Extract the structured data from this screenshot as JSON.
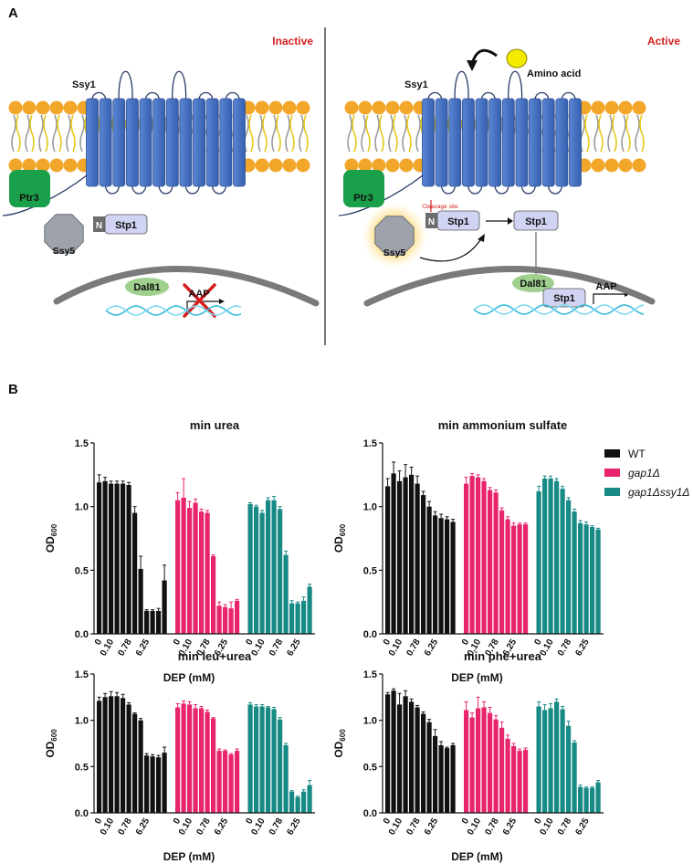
{
  "panels": {
    "a": "A",
    "b": "B"
  },
  "schematic": {
    "inactive": {
      "state": "Inactive",
      "ssy1": "Ssy1",
      "ptr3": "Ptr3",
      "ssy5": "Ssy5",
      "n": "N",
      "stp1": "Stp1",
      "dal81": "Dal81",
      "aap": "AAP"
    },
    "active": {
      "state": "Active",
      "ssy1": "Ssy1",
      "amino_acid": "Amino acid",
      "ptr3": "Ptr3",
      "ssy5": "Ssy5",
      "cleavage": "Cleavage site",
      "n": "N",
      "stp1": "Stp1",
      "stp1_released": "Stp1",
      "dal81": "Dal81",
      "stp1_bound": "Stp1",
      "aap": "AAP"
    },
    "colors": {
      "state_label": "#d32020",
      "transporter": "#3b68b8",
      "ptr3": "#1aa04a",
      "ssy5": "#9ea2aa",
      "stp1": "#d0d4f2",
      "dal81": "#9fd08e",
      "lipid_head": "#f2a62a"
    }
  },
  "legend": {
    "wt": "WT",
    "gap1": "gap1Δ",
    "gap1ssy1": "gap1Δssy1Δ"
  },
  "chart_data": [
    {
      "type": "bar",
      "title": "min urea",
      "ylabel": "OD600",
      "xlabel": "DEP (mM)",
      "ylim": [
        0,
        1.5
      ],
      "yticks": [
        "0.0",
        "0.5",
        "1.0",
        "1.5"
      ],
      "xticks": [
        "0",
        "0.10",
        "0.78",
        "6.25"
      ],
      "series": [
        {
          "name": "WT",
          "color": "#111111",
          "values": [
            1.19,
            1.2,
            1.18,
            1.18,
            1.18,
            1.17,
            0.95,
            0.51,
            0.18,
            0.18,
            0.18,
            0.42
          ],
          "errors": [
            0.06,
            0.03,
            0.02,
            0.02,
            0.02,
            0.02,
            0.05,
            0.1,
            0.01,
            0.01,
            0.02,
            0.12
          ]
        },
        {
          "name": "gap1Δ",
          "color": "#e8246c",
          "values": [
            1.05,
            1.07,
            0.99,
            1.03,
            0.96,
            0.95,
            0.61,
            0.22,
            0.21,
            0.2,
            0.26
          ],
          "errors": [
            0.06,
            0.15,
            0.05,
            0.03,
            0.02,
            0.02,
            0.01,
            0.03,
            0.02,
            0.05,
            0.01
          ]
        },
        {
          "name": "gap1Δssy1Δ",
          "color": "#178a86",
          "values": [
            1.02,
            1.0,
            0.95,
            1.05,
            1.05,
            0.98,
            0.62,
            0.24,
            0.24,
            0.26,
            0.37
          ],
          "errors": [
            0.01,
            0.01,
            0.02,
            0.02,
            0.03,
            0.02,
            0.03,
            0.02,
            0.01,
            0.03,
            0.02
          ]
        }
      ]
    },
    {
      "type": "bar",
      "title": "min ammonium sulfate",
      "ylabel": "OD600",
      "xlabel": "DEP (mM)",
      "ylim": [
        0,
        1.5
      ],
      "yticks": [
        "0.0",
        "0.5",
        "1.0",
        "1.5"
      ],
      "xticks": [
        "0",
        "0.10",
        "0.78",
        "6.25"
      ],
      "series": [
        {
          "name": "WT",
          "color": "#111111",
          "values": [
            1.16,
            1.26,
            1.2,
            1.23,
            1.25,
            1.18,
            1.09,
            1.0,
            0.93,
            0.91,
            0.9,
            0.88
          ],
          "errors": [
            0.06,
            0.09,
            0.08,
            0.1,
            0.06,
            0.06,
            0.03,
            0.04,
            0.03,
            0.03,
            0.02,
            0.02
          ]
        },
        {
          "name": "gap1Δ",
          "color": "#e8246c",
          "values": [
            1.18,
            1.24,
            1.23,
            1.2,
            1.13,
            1.11,
            0.97,
            0.9,
            0.85,
            0.86,
            0.86
          ],
          "errors": [
            0.05,
            0.02,
            0.02,
            0.02,
            0.02,
            0.02,
            0.02,
            0.02,
            0.02,
            0.01,
            0.01
          ]
        },
        {
          "name": "gap1Δssy1Δ",
          "color": "#178a86",
          "values": [
            1.12,
            1.22,
            1.22,
            1.2,
            1.14,
            1.05,
            0.96,
            0.87,
            0.86,
            0.84,
            0.82
          ],
          "errors": [
            0.04,
            0.02,
            0.02,
            0.02,
            0.02,
            0.02,
            0.02,
            0.02,
            0.02,
            0.01,
            0.01
          ]
        }
      ]
    },
    {
      "type": "bar",
      "title": "min leu+urea",
      "ylabel": "OD600",
      "xlabel": "DEP (mM)",
      "ylim": [
        0,
        1.5
      ],
      "yticks": [
        "0.0",
        "0.5",
        "1.0",
        "1.5"
      ],
      "xticks": [
        "0",
        "0.10",
        "0.78",
        "6.25"
      ],
      "series": [
        {
          "name": "WT",
          "color": "#111111",
          "values": [
            1.21,
            1.25,
            1.26,
            1.26,
            1.24,
            1.17,
            1.07,
            1.0,
            0.62,
            0.61,
            0.6,
            0.65
          ],
          "errors": [
            0.04,
            0.04,
            0.05,
            0.04,
            0.04,
            0.02,
            0.01,
            0.02,
            0.02,
            0.02,
            0.02,
            0.06
          ]
        },
        {
          "name": "gap1Δ",
          "color": "#e8246c",
          "values": [
            1.14,
            1.18,
            1.17,
            1.13,
            1.13,
            1.09,
            1.02,
            0.67,
            0.67,
            0.63,
            0.67
          ],
          "errors": [
            0.04,
            0.03,
            0.03,
            0.04,
            0.02,
            0.02,
            0.01,
            0.02,
            0.01,
            0.01,
            0.02
          ]
        },
        {
          "name": "gap1Δssy1Δ",
          "color": "#178a86",
          "values": [
            1.17,
            1.15,
            1.15,
            1.14,
            1.12,
            1.01,
            0.73,
            0.23,
            0.17,
            0.23,
            0.3
          ],
          "errors": [
            0.02,
            0.02,
            0.02,
            0.01,
            0.02,
            0.02,
            0.02,
            0.01,
            0.01,
            0.02,
            0.05
          ]
        }
      ]
    },
    {
      "type": "bar",
      "title": "min phe+urea",
      "ylabel": "OD600",
      "xlabel": "DEP (mM)",
      "ylim": [
        0,
        1.5
      ],
      "yticks": [
        "0.0",
        "0.5",
        "1.0",
        "1.5"
      ],
      "xticks": [
        "0",
        "0.10",
        "0.78",
        "6.25"
      ],
      "series": [
        {
          "name": "WT",
          "color": "#111111",
          "values": [
            1.28,
            1.32,
            1.17,
            1.26,
            1.2,
            1.14,
            1.07,
            0.98,
            0.83,
            0.73,
            0.7,
            0.73
          ],
          "errors": [
            0.02,
            0.02,
            0.12,
            0.06,
            0.03,
            0.02,
            0.02,
            0.03,
            0.07,
            0.04,
            0.01,
            0.02
          ]
        },
        {
          "name": "gap1Δ",
          "color": "#e8246c",
          "values": [
            1.11,
            1.03,
            1.13,
            1.14,
            1.08,
            1.01,
            0.92,
            0.8,
            0.72,
            0.67,
            0.68
          ],
          "errors": [
            0.09,
            0.05,
            0.12,
            0.06,
            0.06,
            0.04,
            0.06,
            0.04,
            0.03,
            0.02,
            0.02
          ]
        },
        {
          "name": "gap1Δssy1Δ",
          "color": "#178a86",
          "values": [
            1.15,
            1.11,
            1.13,
            1.2,
            1.12,
            0.94,
            0.76,
            0.28,
            0.27,
            0.27,
            0.33
          ],
          "errors": [
            0.05,
            0.06,
            0.05,
            0.03,
            0.03,
            0.05,
            0.02,
            0.02,
            0.01,
            0.01,
            0.02
          ]
        }
      ]
    }
  ]
}
